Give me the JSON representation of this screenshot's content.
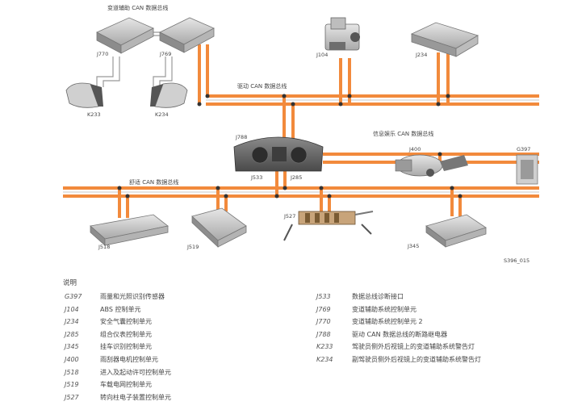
{
  "figure_id": "S396_015",
  "buses": {
    "lane_change": "变道辅助 CAN 数据总线",
    "drive": "驱动 CAN 数据总线",
    "infotainment": "信息娱乐 CAN 数据总线",
    "comfort": "舒适 CAN 数据总线"
  },
  "components": {
    "J770": "J770",
    "J769": "J769",
    "J104": "J104",
    "J234": "J234",
    "K233": "K233",
    "K234": "K234",
    "J788": "J788",
    "J533": "J533",
    "J285": "J285",
    "J400": "J400",
    "G397": "G397",
    "J527": "J527",
    "J518": "J518",
    "J519": "J519",
    "J345": "J345"
  },
  "legend": {
    "title": "说明",
    "left": [
      {
        "code": "G397",
        "text": "雨量和光照识别传感器"
      },
      {
        "code": "J104",
        "text": "ABS 控制单元"
      },
      {
        "code": "J234",
        "text": "安全气囊控制单元"
      },
      {
        "code": "J285",
        "text": "组合仪表控制单元"
      },
      {
        "code": "J345",
        "text": "挂车识别控制单元"
      },
      {
        "code": "J400",
        "text": "雨刮器电机控制单元"
      },
      {
        "code": "J518",
        "text": "进入及起动许可控制单元"
      },
      {
        "code": "J519",
        "text": "车载电网控制单元"
      },
      {
        "code": "J527",
        "text": "转向柱电子装置控制单元"
      }
    ],
    "right": [
      {
        "code": "J533",
        "text": "数据总线诊断接口"
      },
      {
        "code": "J769",
        "text": "变道辅助系统控制单元"
      },
      {
        "code": "J770",
        "text": "变道辅助系统控制单元 2"
      },
      {
        "code": "J788",
        "text": "驱动 CAN 数据总线的断路继电器"
      },
      {
        "code": "K233",
        "text": "驾驶员侧外后视镜上的变道辅助系统警告灯"
      },
      {
        "code": "K234",
        "text": "副驾驶员侧外后视镜上的变道辅助系统警告灯"
      }
    ]
  }
}
